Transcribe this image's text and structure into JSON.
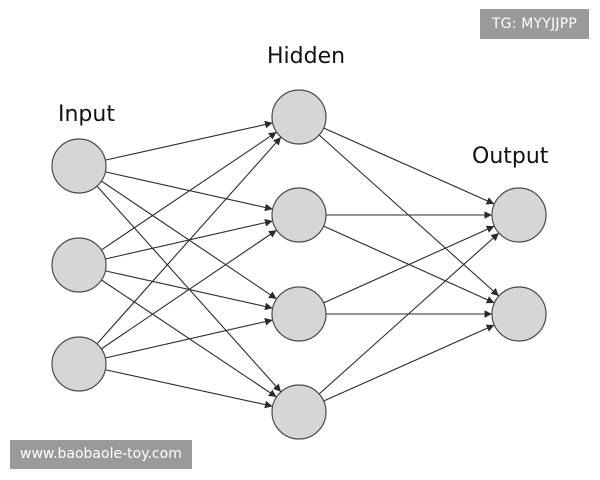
{
  "diagram": {
    "layers": [
      {
        "label": "Input",
        "nodes": 3
      },
      {
        "label": "Hidden",
        "nodes": 4
      },
      {
        "label": "Output",
        "nodes": 2
      }
    ],
    "connections": "fully-connected",
    "edge_direction": "left-to-right-with-arrowheads",
    "colors": {
      "node_fill": "#d6d6d6",
      "node_stroke": "#4a4a4a",
      "edge": "#2b2b2b",
      "label_text": "#111111"
    }
  },
  "watermarks": {
    "tag": "TG: MYYJJPP",
    "site": "www.baobaole-toy.com",
    "background": "#9a9a9a",
    "text_color": "#ffffff"
  }
}
